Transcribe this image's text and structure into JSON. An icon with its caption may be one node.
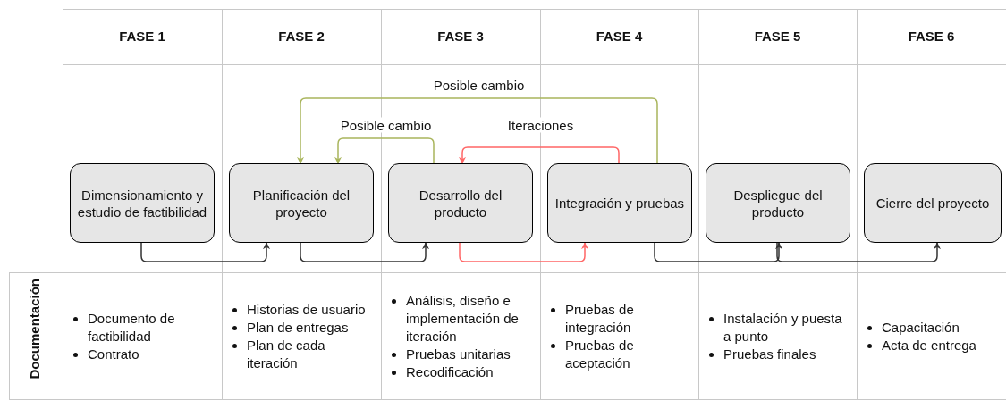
{
  "diagram": {
    "nodes": [
      {
        "text": [
          "Dimensionamiento y estudio de factibilidad"
        ]
      },
      {
        "text": [
          "Planificación del proyecto"
        ]
      },
      {
        "text": [
          "Desarrollo del producto"
        ]
      },
      {
        "text": [
          "Integración y pruebas"
        ]
      },
      {
        "text": [
          "Despliegue del producto"
        ]
      },
      {
        "text": [
          "Cierre del proyecto"
        ]
      }
    ],
    "edges": [
      {
        "from": 0,
        "to": 1,
        "arrow": "to"
      },
      {
        "from": 1,
        "to": 2,
        "arrow": "to"
      },
      {
        "from": 2,
        "to": 3,
        "arrow": "to",
        "color": "#ff6666"
      },
      {
        "from": 3,
        "to": 4,
        "arrow": "to"
      },
      {
        "from": 4,
        "to": 5,
        "arrow": "to"
      },
      {
        "from": 3,
        "to": 1,
        "arrow": "to",
        "label": "Posible cambio",
        "color": "#a9b55c"
      },
      {
        "from": 2,
        "to": 1,
        "arrow": "to",
        "label": "Posible cambio",
        "color": "#a9b55c"
      },
      {
        "from": 3,
        "to": 2,
        "arrow": "to",
        "label": "Iteraciones",
        "color": "#ff6666"
      }
    ],
    "labels": [
      "FASE 1",
      "FASE 2",
      "FASE 3",
      "FASE 4",
      "FASE 5",
      "FASE 6",
      "Documentación",
      "Documento de factibilidad",
      "Contrato",
      "Historias de usuario",
      "Plan de entregas",
      "Plan de cada iteración",
      "Análisis, diseño e implementación de iteración",
      "Pruebas unitarias",
      "Recodificación",
      "Pruebas de integración",
      "Pruebas de aceptación",
      "Instalación y puesta a punto",
      "Pruebas finales",
      "Capacitación",
      "Acta de entrega"
    ]
  }
}
